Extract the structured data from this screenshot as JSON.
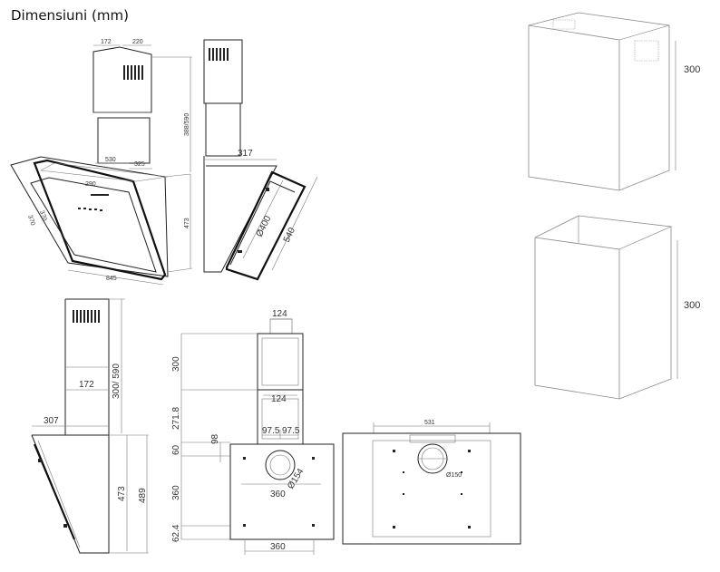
{
  "page": {
    "title": "Dimensiuni (mm)"
  },
  "colors": {
    "line": "#222222",
    "light_line": "#888888",
    "background": "#ffffff"
  },
  "diagram1": {
    "chimney_top_left": "172",
    "chimney_top_right": "220",
    "chimney_height": "388/590",
    "hood_mid": "530",
    "hood_right": "325",
    "panel_top": "290",
    "panel_left": "370",
    "panel_inner": "370",
    "hood_height": "473",
    "base_width": "845"
  },
  "diagram2": {
    "depth": "317",
    "duct": "Ø400",
    "slope": "540"
  },
  "diagram3": {
    "chimney_width": "172",
    "chimney_height": "300/ 590",
    "depth": "307",
    "hood_height": "473",
    "total_height": "489"
  },
  "diagram4": {
    "top_width": "124",
    "mid_width": "124",
    "h1": "300",
    "h2": "271.8",
    "h3": "60",
    "h4": "360",
    "h5": "62.4",
    "off1": "98",
    "half_left": "97.5",
    "half_right": "97.5",
    "diam": "Ø154",
    "inner_width": "360",
    "bottom_width": "360"
  },
  "diagram5": {
    "width": "531",
    "diam": "Ø150"
  },
  "covers": {
    "upper_height": "300",
    "lower_height": "300"
  }
}
